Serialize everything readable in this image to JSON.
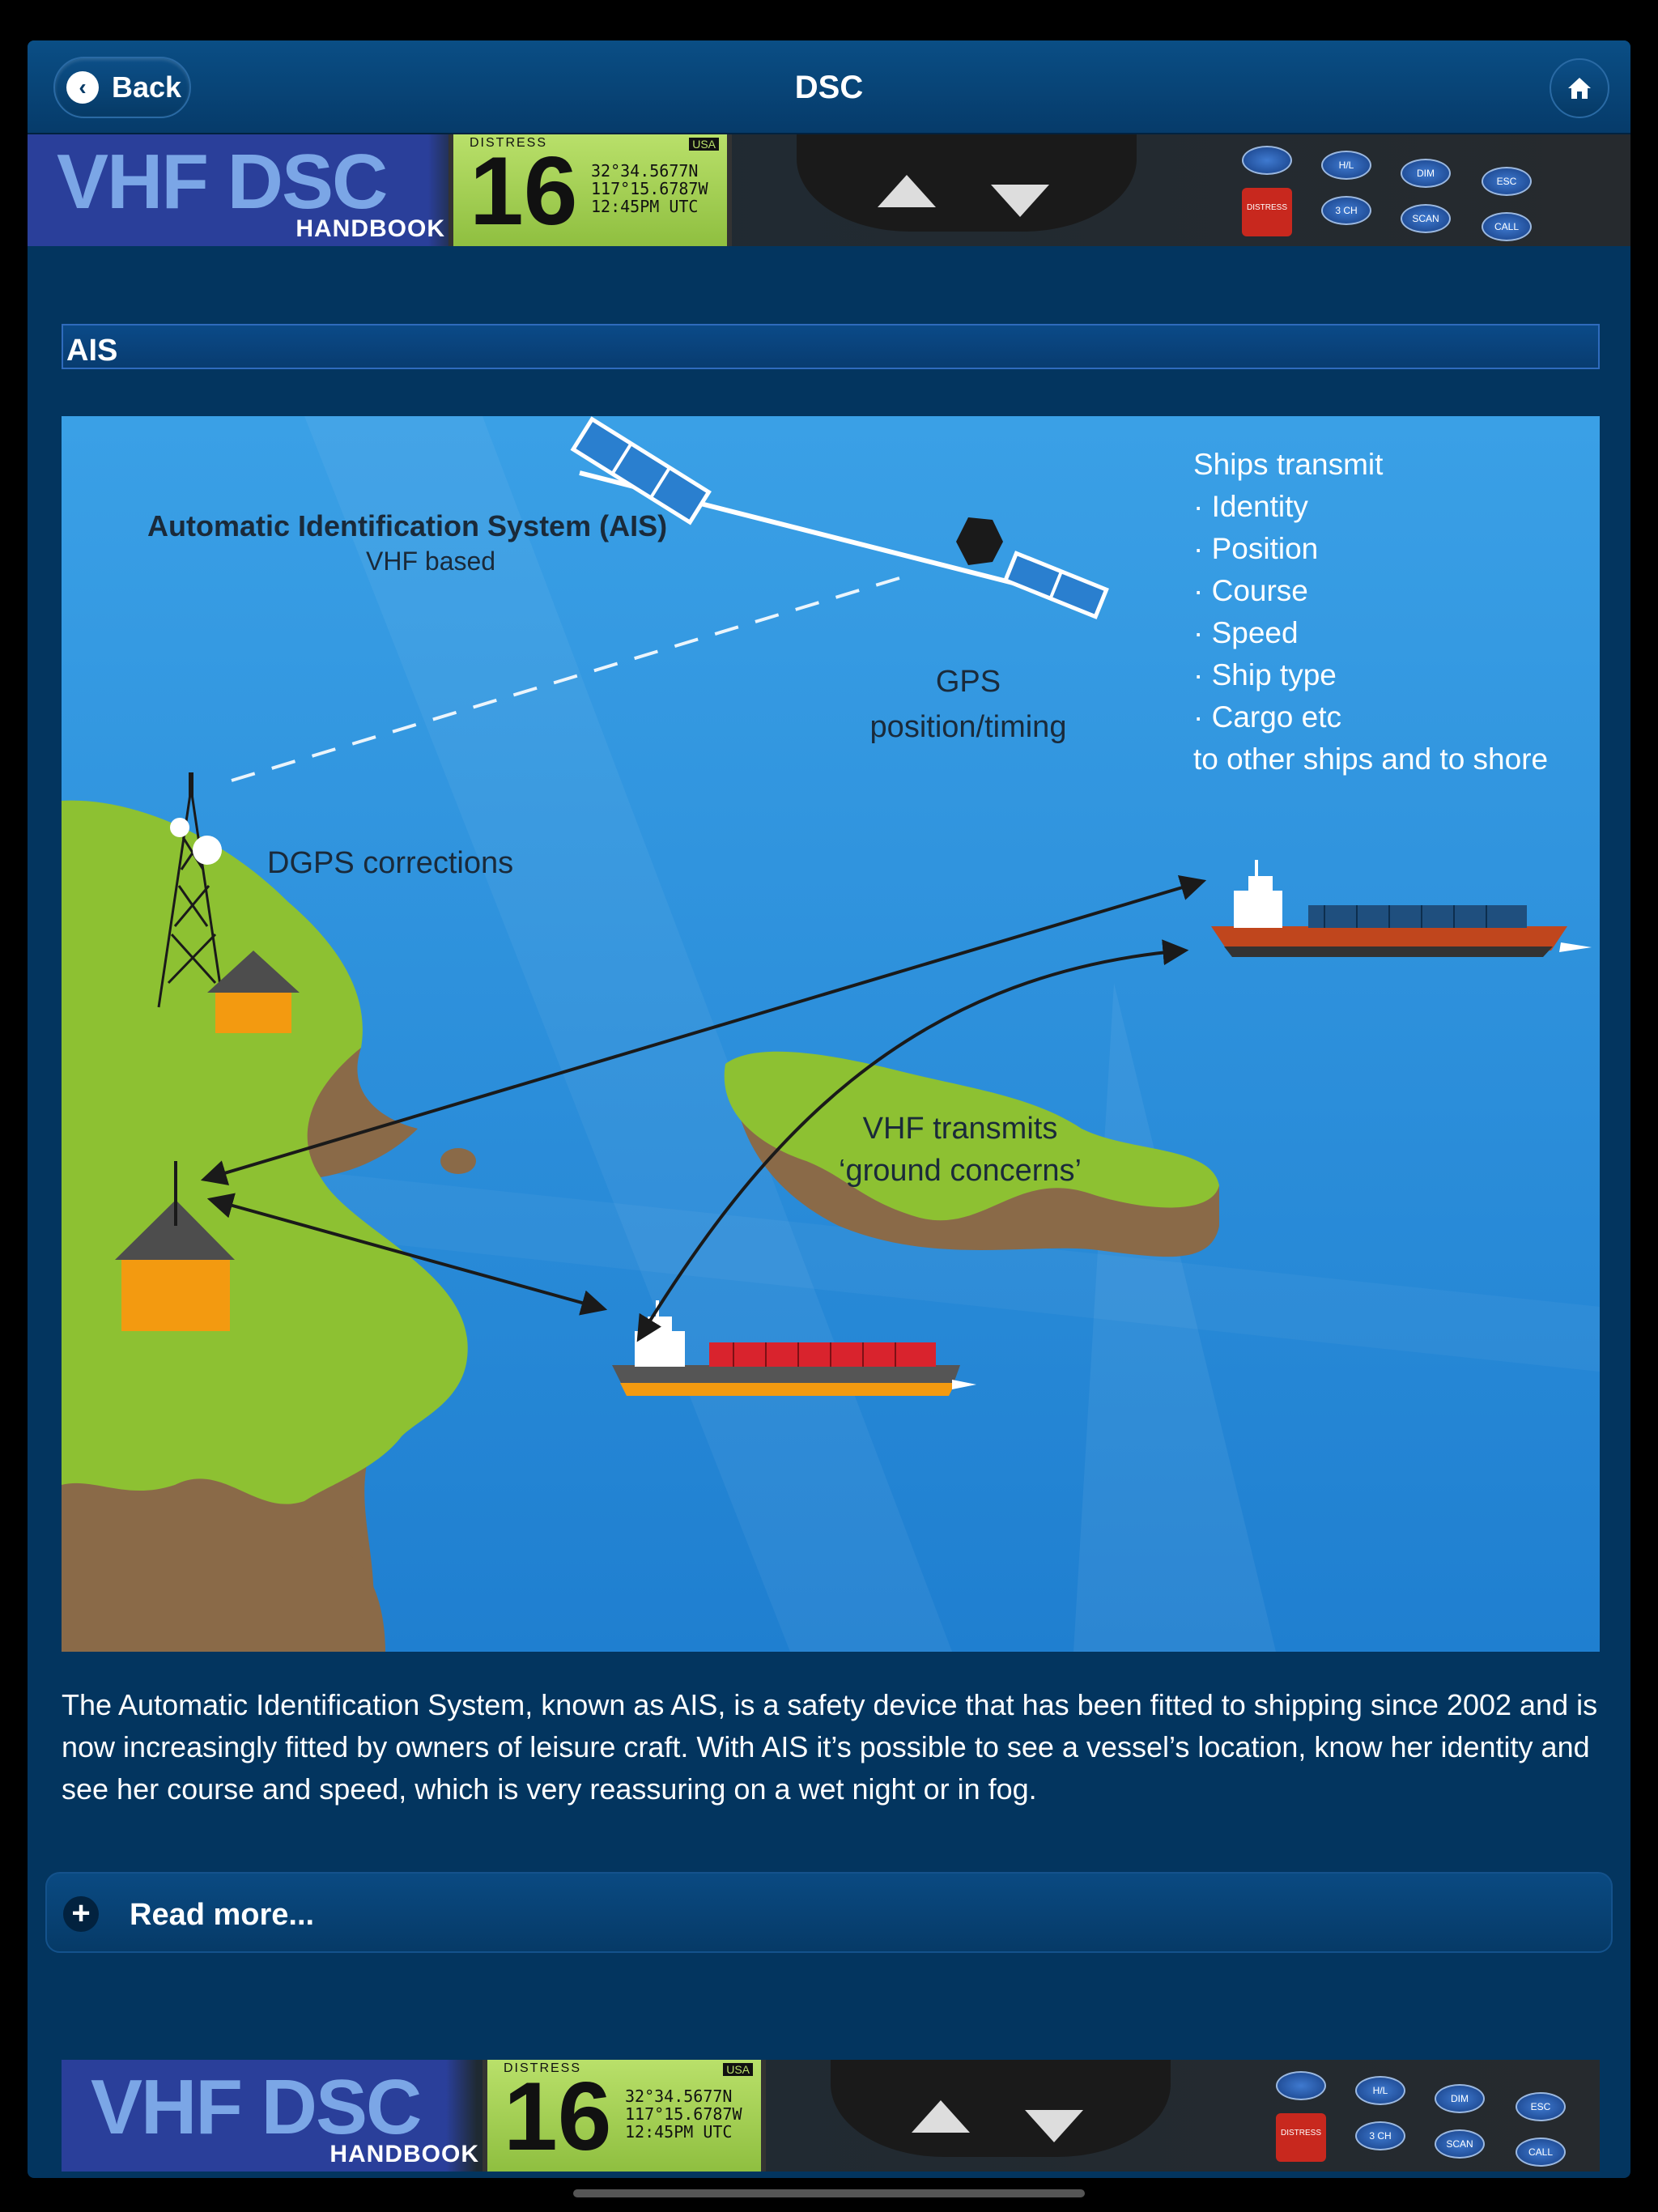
{
  "navbar": {
    "back_label": "Back",
    "title": "DSC",
    "back_icon": "chevron-left-icon",
    "home_icon": "home-icon"
  },
  "banner": {
    "logo_main": "VHF DSC",
    "logo_sub": "HANDBOOK",
    "lcd_label": "DISTRESS",
    "lcd_channel": "16",
    "lcd_flag": "USA",
    "lcd_lat": "32°34.5677N",
    "lcd_lon": "117°15.6787W",
    "lcd_time": "12:45PM UTC",
    "key_labels": [
      "H/L",
      "DIM",
      "ESC",
      "3 CH",
      "SCAN",
      "CALL"
    ],
    "distress_key": "DISTRESS"
  },
  "section": {
    "title": "AIS"
  },
  "diagram": {
    "heading": "Automatic Identification System (AIS)",
    "subheading": "VHF based",
    "gps_label_1": "GPS",
    "gps_label_2": "position/timing",
    "dgps_label": "DGPS corrections",
    "vhf_label_1": "VHF transmits",
    "vhf_label_2": "‘ground concerns’",
    "ships_transmit_title": "Ships transmit",
    "ships_transmit_items": [
      "· Identity",
      "· Position",
      "· Course",
      "· Speed",
      "· Ship type",
      "· Cargo etc"
    ],
    "ships_transmit_footer": "to other ships and to shore",
    "colors": {
      "sea": "#2a8fd6",
      "land": "#8dc132",
      "earth": "#8a6a48",
      "house": "#f39a10",
      "roof": "#4d4d4d"
    }
  },
  "content": {
    "paragraph": "The Automatic Identification System, known as AIS, is a safety device that has been fitted to shipping since 2002 and is now increasingly fitted by owners of leisure craft. With AIS it’s possible to see a vessel’s location, know her identity and see her course and speed, which is very reassuring on a wet night or in fog."
  },
  "read_more": {
    "label": "Read more...",
    "icon": "plus-icon"
  }
}
